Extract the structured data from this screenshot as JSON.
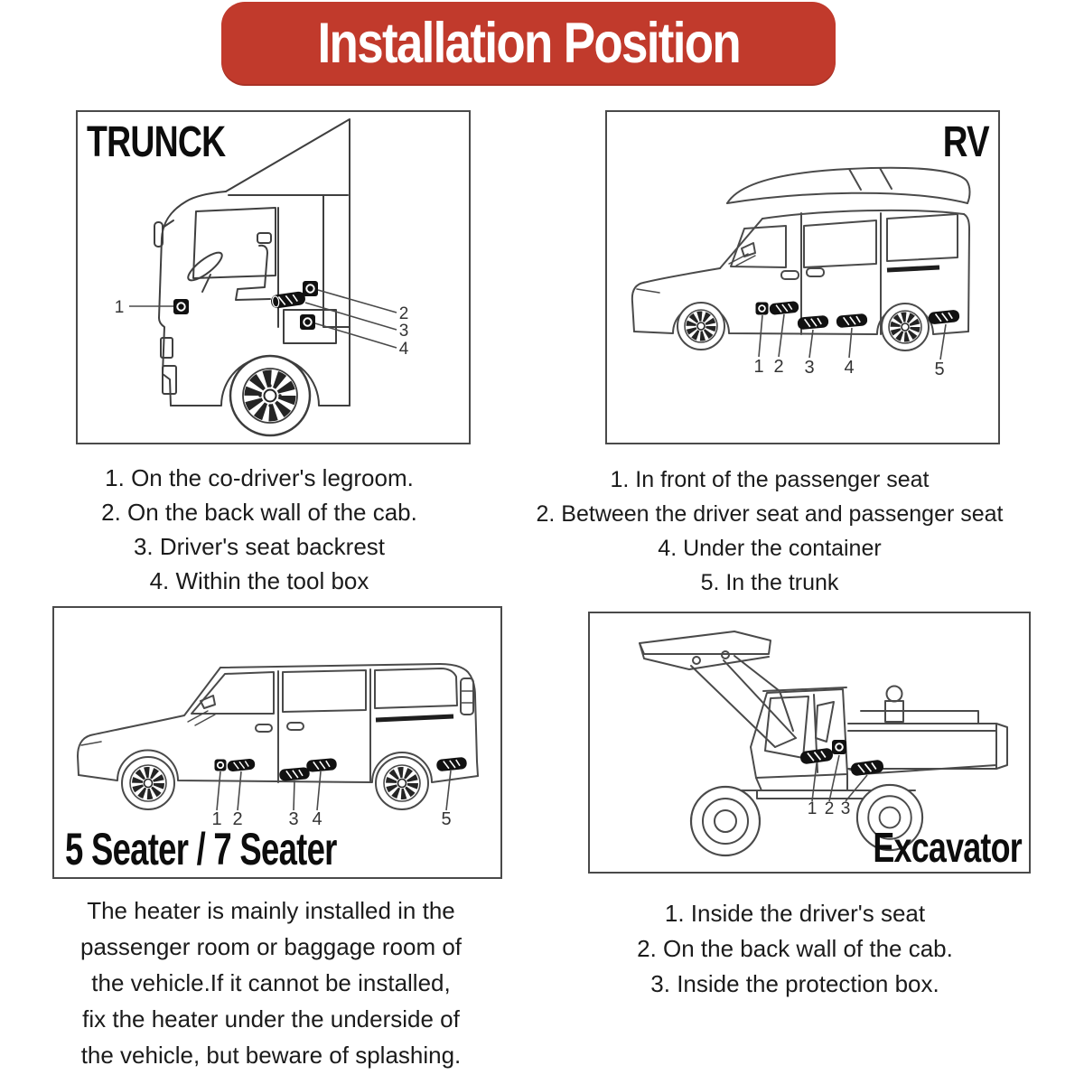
{
  "banner": {
    "title": "Installation Position",
    "bg_color": "#C13A2C",
    "text_color": "#FFFFFF"
  },
  "panels": {
    "truck": {
      "label": "TRUNCK",
      "callouts": [
        "1",
        "2",
        "3",
        "4"
      ],
      "notes": [
        "1. On the co-driver's legroom.",
        "2. On the back wall of the cab.",
        "3. Driver's seat backrest",
        "4. Within the tool box"
      ]
    },
    "rv": {
      "label": "RV",
      "callouts": [
        "1",
        "2",
        "3",
        "4",
        "5"
      ],
      "notes": [
        "1. In front of the passenger seat",
        "2. Between the driver seat and passenger seat",
        "4. Under the container",
        "5. In the trunk"
      ]
    },
    "seater": {
      "label": "5 Seater / 7 Seater",
      "callouts": [
        "1",
        "2",
        "3",
        "4",
        "5"
      ],
      "notes": [
        "The heater is mainly installed in the",
        "passenger room or baggage room of",
        "the vehicle.If it cannot be installed,",
        "fix the heater under the underside of",
        "the vehicle, but beware of splashing."
      ]
    },
    "excavator": {
      "label": "Excavator",
      "callouts": [
        "1",
        "2",
        "3"
      ],
      "notes": [
        "1. Inside the driver's seat",
        "2. On the back wall of the cab.",
        "3. Inside the protection box."
      ]
    }
  }
}
